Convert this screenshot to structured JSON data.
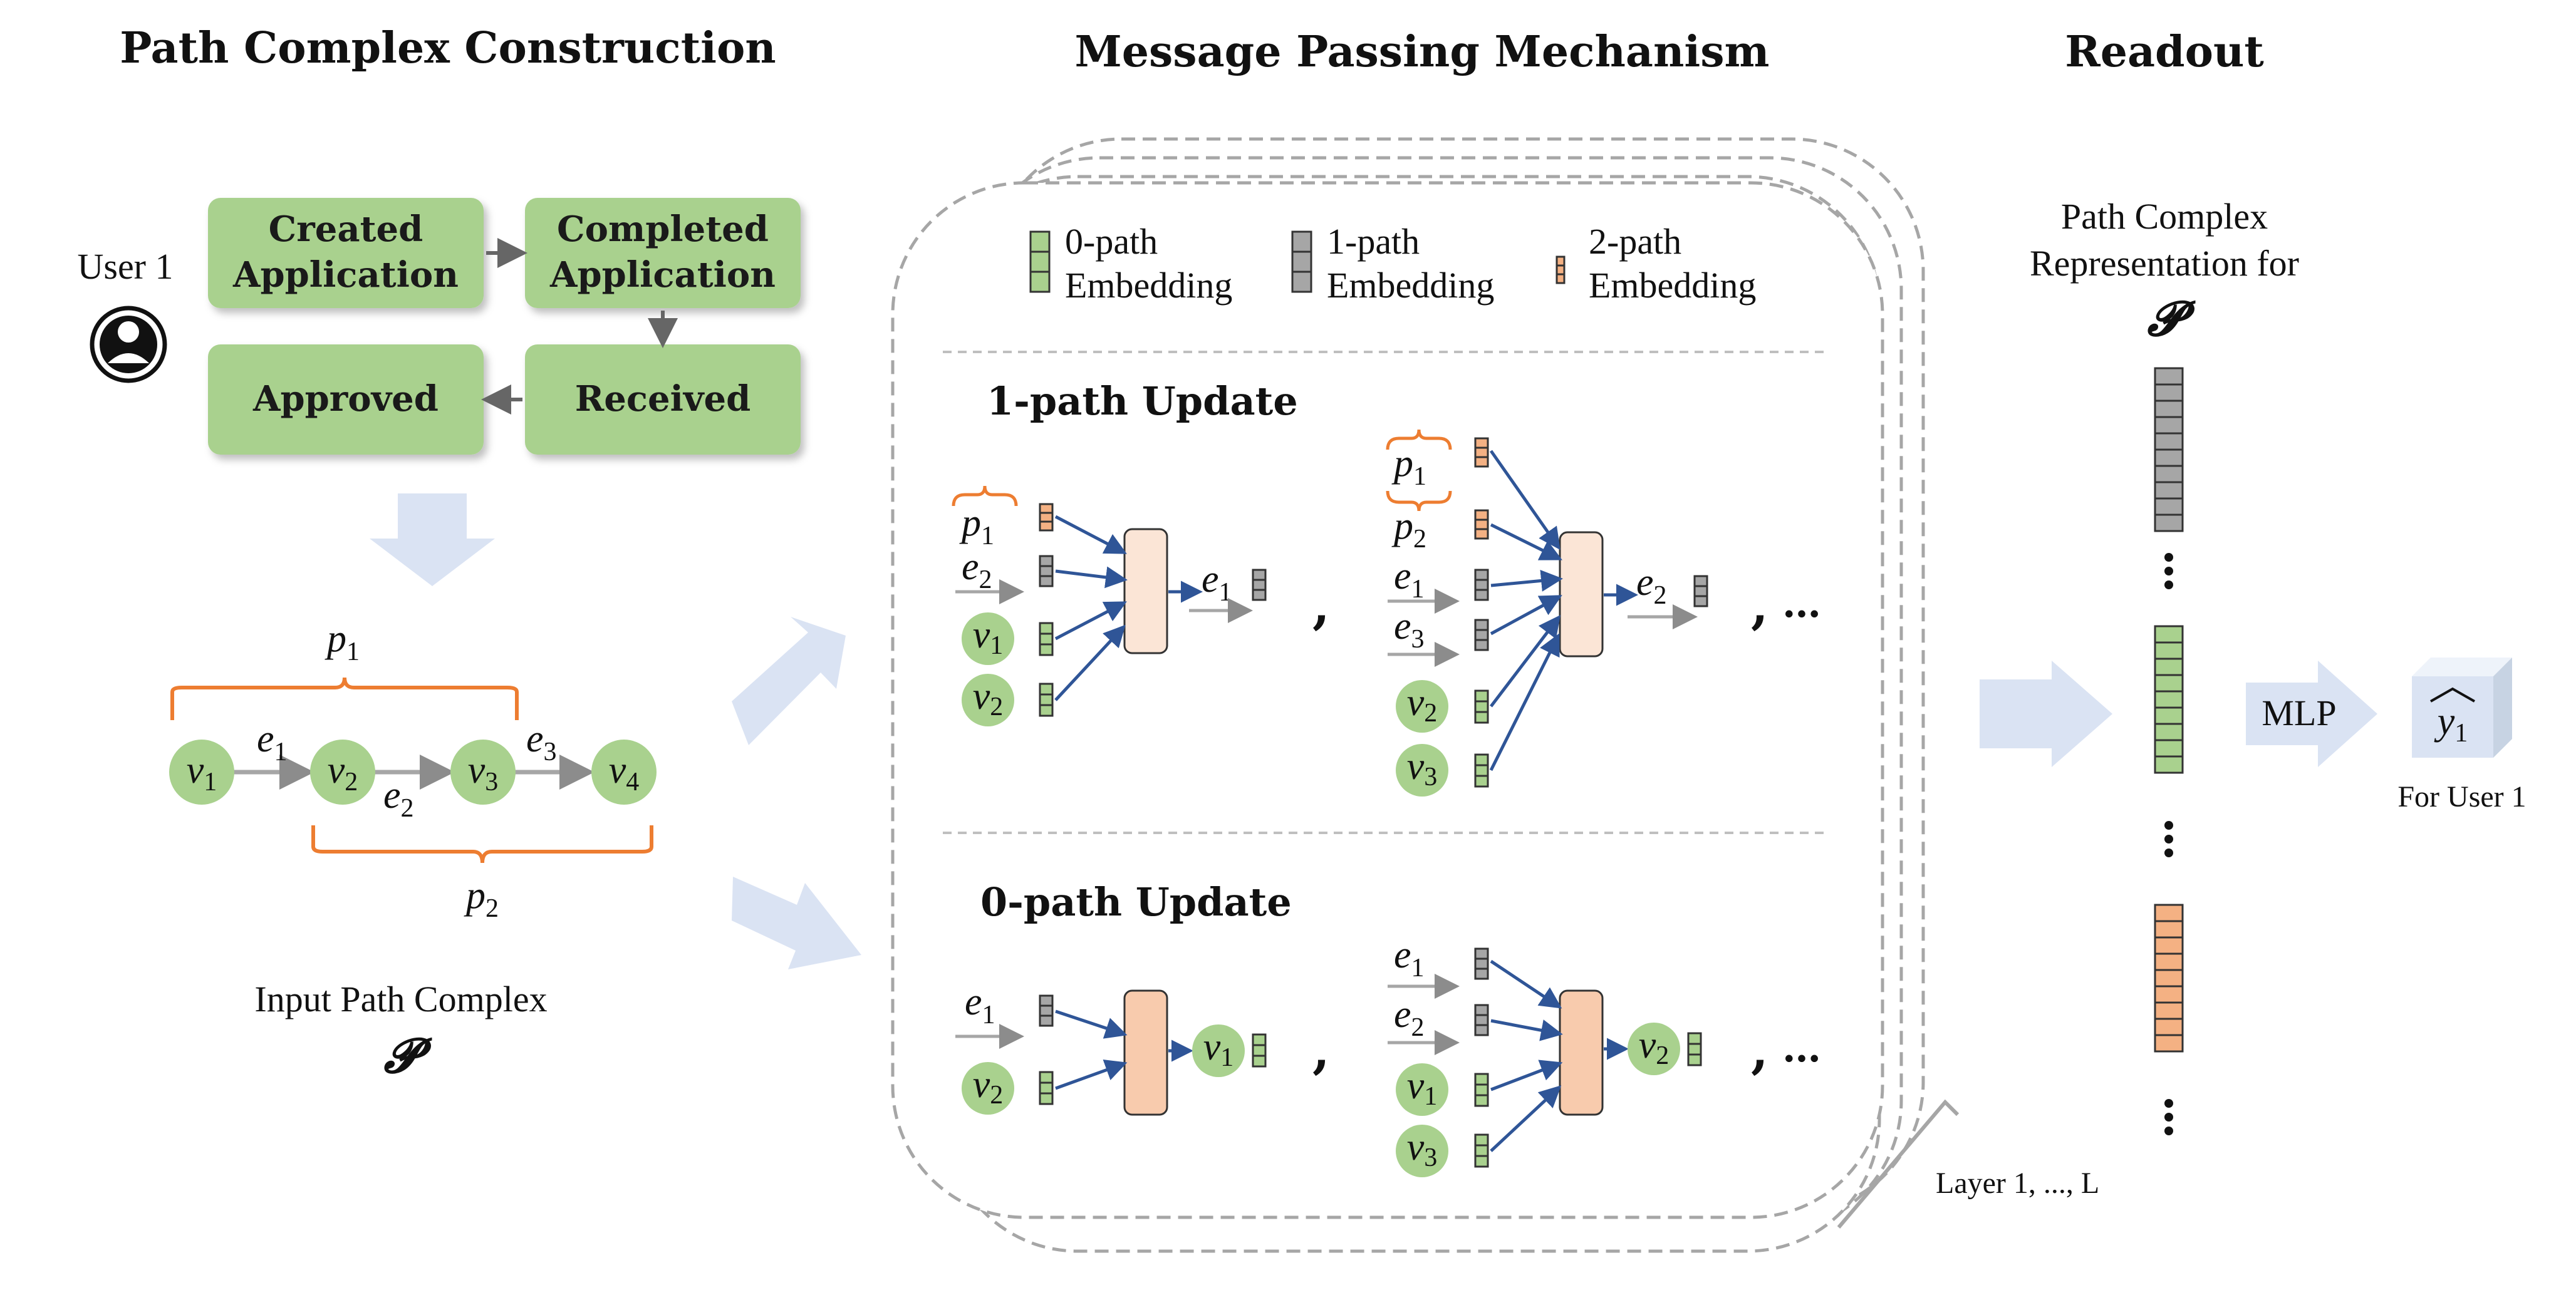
{
  "titles": {
    "construction": "Path Complex Construction",
    "message_passing": "Message Passing Mechanism",
    "readout": "Readout"
  },
  "user": {
    "label": "User 1"
  },
  "flow_boxes": {
    "created_line1": "Created",
    "created_line2": "Application",
    "completed_line1": "Completed",
    "completed_line2": "Application",
    "approved": "Approved",
    "received": "Received"
  },
  "input_complex": {
    "caption": "Input Path Complex",
    "symbol": "𝓟",
    "nodes": [
      "v1",
      "v2",
      "v3",
      "v4"
    ],
    "edges": [
      "e1",
      "e2",
      "e3"
    ],
    "paths": [
      "p1",
      "p2"
    ]
  },
  "legend": {
    "zero_path_l1": "0-path",
    "zero_path_l2": "Embedding",
    "one_path_l1": "1-path",
    "one_path_l2": "Embedding",
    "two_path_l1": "2-path",
    "two_path_l2": "Embedding"
  },
  "updates": {
    "one_path": "1-path Update",
    "zero_path": "0-path Update",
    "ellipsis": "…"
  },
  "layers_label": "Layer 1, ..., L",
  "readout": {
    "rep_line1": "Path Complex",
    "rep_line2": "Representation for",
    "symbol": "𝓟",
    "mlp": "MLP",
    "output_label": "For User 1"
  },
  "colors": {
    "green_box": "#a9d18e",
    "node_green": "#a9d18e",
    "orange": "#ed7d31",
    "orange_fill": "#f4b183",
    "gray": "#a6a6a6",
    "blue_arrow": "#2f5597",
    "light_blue": "#dae3f3",
    "agg_1path": "#fbe5d6",
    "agg_0path": "#f8cbad"
  }
}
